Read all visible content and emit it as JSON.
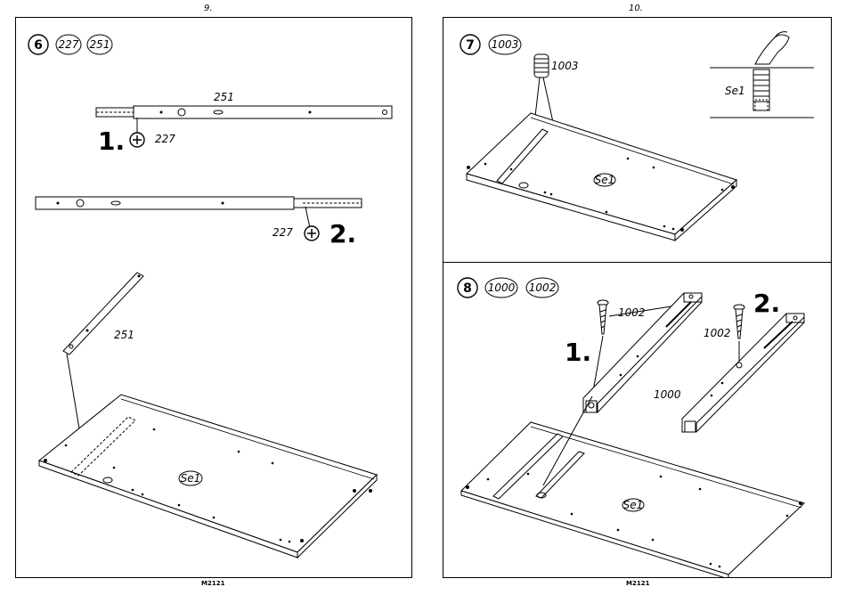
{
  "left_page": {
    "page_number": "9.",
    "footer_code": "M2121",
    "step": {
      "number": "6",
      "parts": [
        "227",
        "251"
      ],
      "callouts": {
        "rail_top": "251",
        "screw_1": "227",
        "screw_2": "227",
        "rail_bottom": "251",
        "step_1": "1.",
        "step_2": "2.",
        "panel": "Se1"
      }
    }
  },
  "right_page": {
    "page_number": "10.",
    "footer_code": "M2121",
    "step_top": {
      "number": "7",
      "parts": [
        "1003"
      ],
      "callouts": {
        "dowel": "1003",
        "panel": "Se1",
        "detail_panel": "Se1"
      }
    },
    "step_bottom": {
      "number": "8",
      "parts": [
        "1000",
        "1002"
      ],
      "callouts": {
        "screw_a": "1002",
        "screw_b": "1002",
        "runner": "1000",
        "step_1": "1.",
        "step_2": "2.",
        "panel": "Se1"
      }
    }
  }
}
